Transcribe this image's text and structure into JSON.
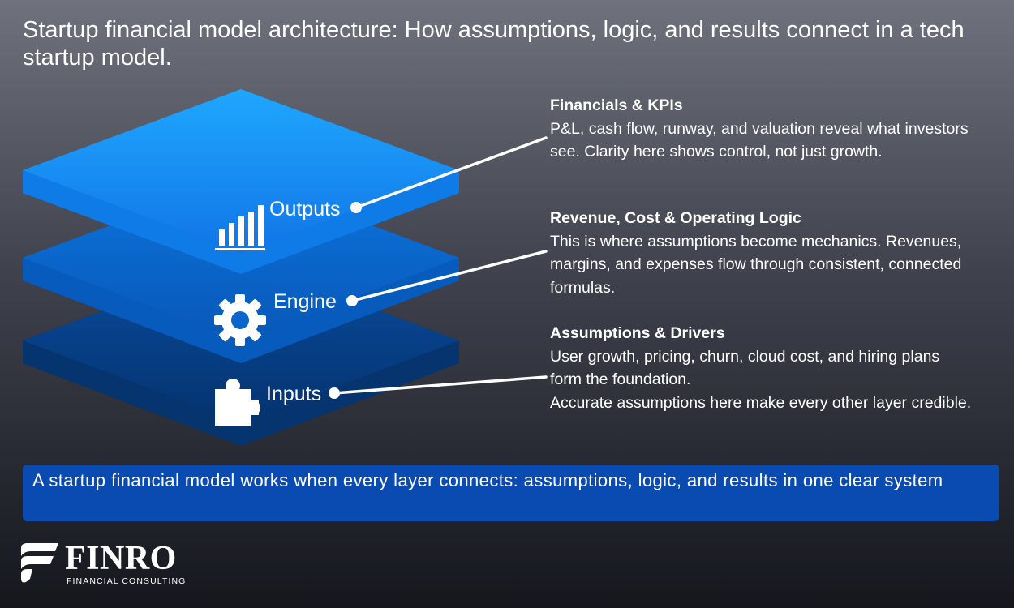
{
  "title": "Startup financial model architecture: How assumptions, logic, and results connect in a tech startup model.",
  "layers": [
    {
      "label": "Outputs",
      "icon": "bar-chart-icon",
      "heading": "Financials & KPIs",
      "description": "P&L, cash flow, runway, and valuation reveal what investors see. Clarity here shows control, not just growth."
    },
    {
      "label": "Engine",
      "icon": "gear-icon",
      "heading": "Revenue, Cost & Operating Logic",
      "description": "This is where assumptions become mechanics. Revenues, margins, and expenses flow through consistent, connected formulas."
    },
    {
      "label": "Inputs",
      "icon": "puzzle-piece-icon",
      "heading": "Assumptions & Drivers",
      "description": "User growth, pricing, churn, cloud cost, and hiring plans form the foundation.",
      "description_2": "Accurate assumptions here make every other layer credible."
    }
  ],
  "summary": "A startup financial model works when every layer connects: assumptions, logic, and results in one clear system",
  "logo": {
    "name": "FINRO",
    "tagline": "FINANCIAL CONSULTING"
  },
  "colors": {
    "top_layer": "#1a9bff",
    "middle_layer": "#0b6ed8",
    "bottom_layer": "#063f86",
    "banner": "#0a4bb1"
  }
}
